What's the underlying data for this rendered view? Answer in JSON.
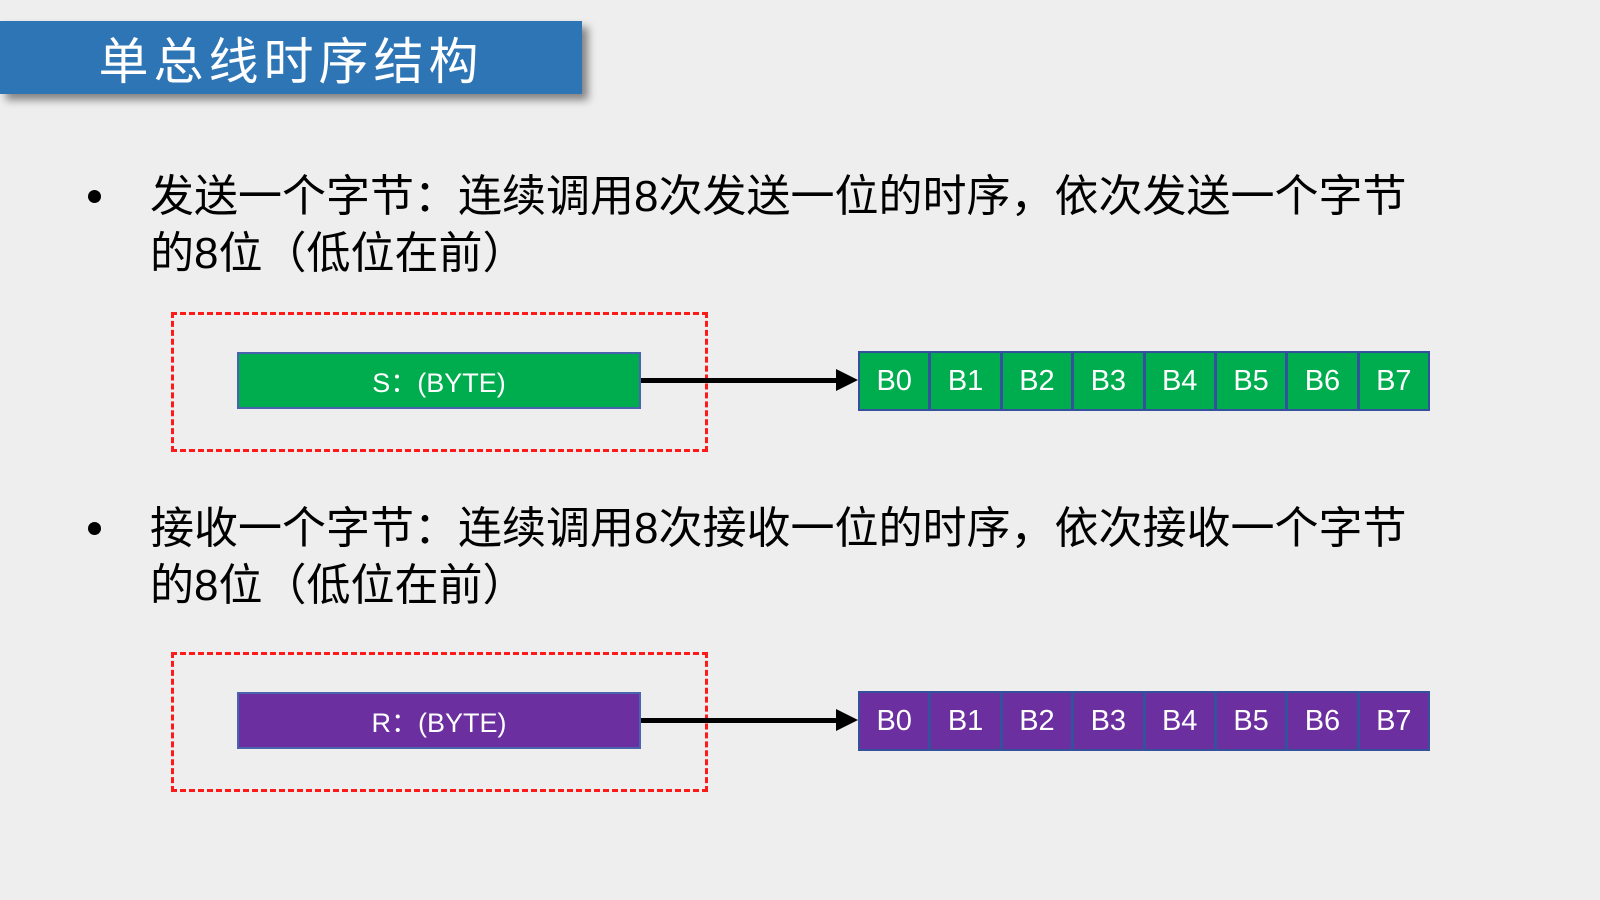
{
  "slide": {
    "title": "单总线时序结构",
    "bullets": [
      {
        "line1": "发送一个字节：连续调用8次发送一位的时序，依次发送一个字节",
        "line2": "的8位（低位在前）"
      },
      {
        "line1": "接收一个字节：连续调用8次接收一位的时序，依次接收一个字节",
        "line2": "的8位（低位在前）"
      }
    ],
    "diagrams": [
      {
        "id": "send-byte",
        "source_label": "S：(BYTE)",
        "cells": [
          "B0",
          "B1",
          "B2",
          "B3",
          "B4",
          "B5",
          "B6",
          "B7"
        ],
        "fill": "#00AD4E"
      },
      {
        "id": "receive-byte",
        "source_label": "R：(BYTE)",
        "cells": [
          "B0",
          "B1",
          "B2",
          "B3",
          "B4",
          "B5",
          "B6",
          "B7"
        ],
        "fill": "#6B2F9F"
      }
    ],
    "colors": {
      "background": "#EEEEEE",
      "banner": "#2E75B6",
      "banner_text": "#FFFFFF",
      "body_text": "#000000",
      "dashed_frame": "#FF1A1A",
      "arrow": "#000000",
      "box_border": "#4A63AE",
      "cell_border": "#35519E",
      "cell_text": "#FFFFFF"
    }
  }
}
